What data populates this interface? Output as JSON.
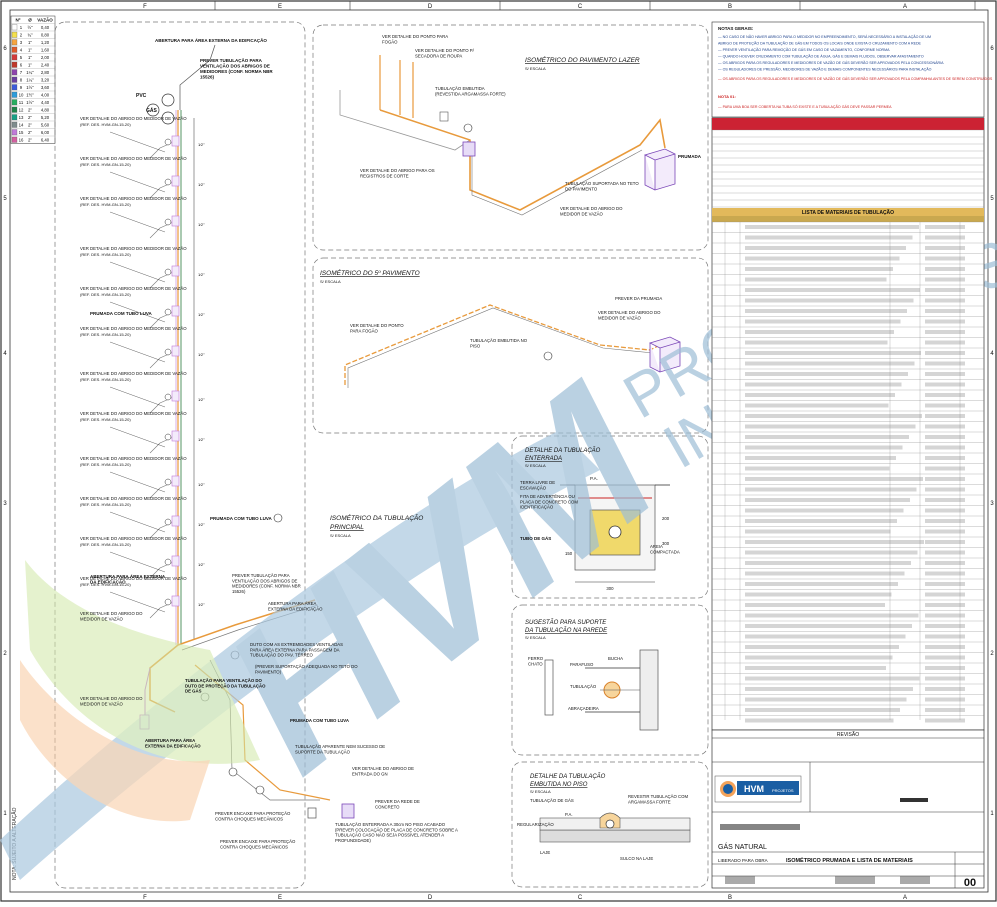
{
  "border": {
    "columns": [
      "F",
      "E",
      "D",
      "C",
      "B",
      "A"
    ],
    "rows": [
      "6",
      "5",
      "4",
      "3",
      "2",
      "1"
    ]
  },
  "watermark": {
    "brand": "HVM",
    "tagline_1": "PROJETOS",
    "tagline_2": "INDUSTRIAIS",
    "color": "#9dbdd6",
    "accent": "#f4a35a"
  },
  "legend_table": {
    "header": [
      "Nº",
      "Ø",
      "VAZÃO"
    ],
    "rows": [
      [
        "1",
        "½\"",
        "0,40"
      ],
      [
        "2",
        "¾\"",
        "0,80"
      ],
      [
        "3",
        "1\"",
        "1,20"
      ],
      [
        "4",
        "1\"",
        "1,60"
      ],
      [
        "5",
        "1\"",
        "2,00"
      ],
      [
        "6",
        "1\"",
        "2,40"
      ],
      [
        "7",
        "1¼\"",
        "2,80"
      ],
      [
        "8",
        "1¼\"",
        "3,20"
      ],
      [
        "9",
        "1½\"",
        "3,60"
      ],
      [
        "10",
        "1½\"",
        "4,00"
      ],
      [
        "11",
        "1½\"",
        "4,40"
      ],
      [
        "12",
        "2\"",
        "4,80"
      ],
      [
        "13",
        "2\"",
        "5,20"
      ],
      [
        "14",
        "2\"",
        "5,60"
      ],
      [
        "15",
        "2\"",
        "6,00"
      ],
      [
        "16",
        "2\"",
        "6,40"
      ]
    ]
  },
  "notes": {
    "title": "NOTAS GERAIS:",
    "lines": [
      "— NO CASO DE NÃO HAVER ABRIGO PARA O MEDIDOR NO EMPREENDIMENTO, SERÁ NECESSÁRIO A INSTALAÇÃO DE UM",
      "ABRIGO DE PROTEÇÃO DA TUBULAÇÃO DE GÁS EM TODOS OS LOCAIS ONDE EXISTA O CRUZAMENTO COM A REDE",
      "— PREVER VENTILAÇÃO PARA REMOÇÃO DE GÁS EM CASO DE VAZAMENTO, CONFORME NORMA",
      "— QUANDO HOUVER CRUZAMENTO COM TUBULAÇÃO DE ÁGUA, GÁS E DEMAIS FLUIDOS, OBSERVAR AFASTAMENTO",
      "— OS ABRIGOS PARA OS REGULADORES E MEDIDORES DE VAZÃO DE GÁS DEVERÃO SER APROVADOS PELA CONCESSIONÁRIA",
      "— OS REGULADORES DE PRESSÃO, MEDIDORES DE VAZÃO E DEMAIS COMPONENTES NECESSÁRIOS PARA INSTALAÇÃO"
    ],
    "red_line": "— OS ABRIGOS PARA OS REGULADORES E MEDIDORES DE VAZÃO DE GÁS DEVERÃO SER APROVADOS PELA COMPANHIA ANTES DE SEREM CONSTRUÍDOS",
    "footer_label": "NOTA 01:",
    "footer": "— PARA UMA BOA SER COBERTA NA TUBA SÓ EXISTE E A TUBULAÇÃO GÁS DEVE PASSAR PERMEA"
  },
  "views": {
    "lazer": {
      "title": "ISOMÉTRICO DO PAVIMENTO LAZER",
      "scale": "S/ ESCALA"
    },
    "quinto": {
      "title": "ISOMÉTRICO DO 5º PAVIMENTO",
      "scale": "S/ ESCALA"
    },
    "principal": {
      "title_1": "ISOMÉTRICO DA TUBULAÇÃO",
      "title_2": "PRINCIPAL",
      "scale": "S/ ESCALA"
    },
    "enterrada": {
      "title_1": "DETALHE DA TUBULAÇÃO",
      "title_2": "ENTERRADA",
      "scale": "S/ ESCALA"
    },
    "suporte": {
      "title_1": "SUGESTÃO PARA SUPORTE",
      "title_2": "DA TUBULAÇÃO NA PAREDE",
      "scale": "S/ ESCALA"
    },
    "embutida": {
      "title_1": "DETALHE DA TUBULAÇÃO",
      "title_2": "EMBUTIDA NO PISO",
      "scale": "S/ ESCALA"
    }
  },
  "annotations": {
    "abertura_externa": "ABERTURA PARA ÁREA EXTERNA DA EDIFICAÇÃO",
    "prever_tub_vent": "PREVER TUBULAÇÃO PARA VENTILAÇÃO DOS ABRIGOS DE MEDIDORES",
    "conf_norma": "(CONF. NORMA NBR 15526)",
    "pvc": "PVC",
    "gas": "GÁS",
    "detalhe_abrigo": "VER DETALHE DO ABRIGO DO MEDIDOR DE VAZÃO",
    "ref_code": "(REF. DES. HVM-GN-15-20)",
    "prumada_luva": "PRUMADA COM TUBO LUVA",
    "dutos_ventilados": "DUTO COM AS EXTREMIDADES VENTILADAS PARA ÁREA EXTERNA PARA PASSAGEM DA TUBULAÇÃO DO PAV. TÉRREO",
    "suportacao": "(PREVER SUPORTAÇÃO ADEQUADA NO TETO DO PAVIMENTO)",
    "tub_ventilacao": "TUBULAÇÃO PARA VENTILAÇÃO DO DUTO DE PROTEÇÃO DA TUBULAÇÃO DE GÁS",
    "aparente": "TUBULAÇÃO APARENTE NEM SUCESSO DE SUPORTE DA TUBULAÇÃO",
    "entrada_gn": "VER DETALHE DO ABRIGO DE ENTRADA DO GN",
    "prever_encaixe": "PREVER ENCAIXE PARA PROTEÇÃO CONTRA CHOQUES MECÂNICOS",
    "prever_enterrada": "TUBULAÇÃO ENTERRADA A 30cm NO PISO ACABADO (PREVER COLOCAÇÃO DE PLACA DE CONCRETO SOBRE A TUBULAÇÃO CASO NÃO SEJA POSSÍVEL ATENDER A PROFUNDIDADE)",
    "prumada": "PRUMADA",
    "ver_ponto_fogao": "VER DETALHE DO PONTO PARA FOGÃO",
    "ponto_secadora": "VER DETALHE DO PONTO P/ SECADORA DE ROUPA",
    "tub_embutida": "TUBULAÇÃO EMBUTIDA (REVESTIDA ARGAMASSA FORTE)",
    "corte": "VER DETALHE DO ABRIGO PARA OS REGISTROS DE CORTE",
    "suportada_teto": "TUBULAÇÃO SUPORTADA NO TETO DO PAVIMENTO",
    "prever_prumada": "PREVER DA PRUMADA",
    "embutida_piso": "TUBULAÇÃO EMBUTIDA NO PISO",
    "terra": "TERRA LIVRE DE ESCAVAÇÃO",
    "fita": "FITA DE ADVERTÊNCIA OU PLACA DE CONCRETO COM IDENTIFICAÇÃO",
    "tubo_gas": "TUBO DE GÁS",
    "areia": "AREIA COMPACTADA",
    "ferro": "FERRO CHATO",
    "parafuso": "PARAFUSO",
    "bucha": "BUCHA",
    "tubulacao": "TUBULAÇÃO",
    "abracadeira": "ABRAÇADEIRA",
    "revestir": "REVESTIR TUBULAÇÃO COM ARGAMASSA FORTE",
    "regularizacao": "REGULARIZAÇÃO",
    "laje": "LAJE",
    "sulco": "SULCO NA LAJE",
    "pa": "P.A.",
    "dims": [
      "300",
      "200",
      "300",
      "150",
      "100"
    ]
  },
  "title_block": {
    "revisao": "REVISÃO",
    "company": "HVM",
    "company_sub": "PROJETOS",
    "system": "GÁS NATURAL",
    "drawing_title": "ISOMÉTRICO PRUMADA E LISTA DE MATERIAIS",
    "sheet_label": "LIBERADO PARA OBRA",
    "sheet_no": "00"
  },
  "materials": {
    "title": "LISTA DE MATERIAIS DE TUBULAÇÃO"
  }
}
